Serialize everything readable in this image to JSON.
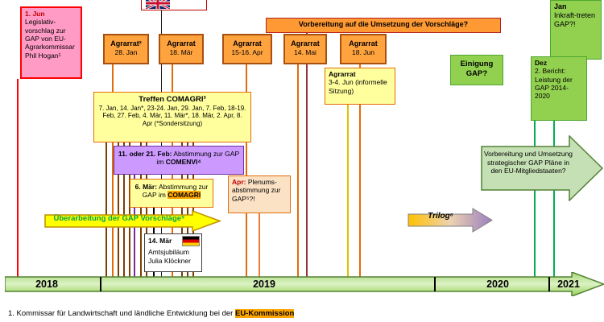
{
  "colors": {
    "orange_box": "#FFA33F",
    "orange_border": "#A9500F",
    "banner_orange": "#FF9933",
    "yellow_box": "#FFFF9E",
    "yellow_border": "#E36C0A",
    "pink_box": "#FF9BC4",
    "red_border": "#FF0000",
    "lavender_box": "#CC99FF",
    "purple_border": "#7030A0",
    "green_box": "#92D050",
    "green_line": "#00B050",
    "light_green_arrow": "#C5E0B4",
    "dark_green": "#538135",
    "highlight_orange": "#FFA500",
    "revision_arrow_yellow": "#FFFF00"
  },
  "icons": {
    "uk_flag": "uk-flag-icon",
    "de_flag": "german-flag-icon"
  },
  "legislative": {
    "date": "1. Jun",
    "text": "Legislativ-vorschlag zur GAP von EU-Agrarkommissar Phil Hogan¹"
  },
  "banner": {
    "text": "Vorbereitung auf die Umsetzung der Vorschläge?"
  },
  "agrarrat": [
    {
      "label": "Agrarrat²",
      "date": "28. Jan"
    },
    {
      "label": "Agrarrat",
      "date": "18. Mär"
    },
    {
      "label": "Agrarrat",
      "date": "15-16. Apr"
    },
    {
      "label": "Agrarrat",
      "date": "14. Mai"
    },
    {
      "label": "Agrarrat",
      "date": "18. Jun"
    }
  ],
  "agrarrat_informal": {
    "label": "Agrarrat",
    "text": "3-4. Jun (informelle Sitzung)"
  },
  "comagri_meetings": {
    "title": "Treffen COMAGRI³",
    "dates": "7. Jan, 14. Jan*, 23-24. Jan, 29. Jan, 7. Feb, 18-19. Feb, 27. Feb, 4. Mär, 11. Mär*, 18. Mär, 2. Apr, 8. Apr (*Sondersitzung)"
  },
  "comenvi_vote": {
    "date": "11. oder 21. Feb:",
    "text": "Abstimmung zur GAP im",
    "committee": "COMENVI⁴"
  },
  "comagri_vote": {
    "date": "6. Mär:",
    "text": "Abstimmung zur GAP im",
    "committee": "COMAGRI"
  },
  "plenum_vote": {
    "date": "Apr:",
    "text": "Plenums-abstimmung zur GAP⁵?!"
  },
  "revision_arrow": {
    "text": "Überarbeitung der GAP Vorschläge⁵"
  },
  "kloeckner": {
    "date": "14. Mär",
    "line1": "Amtsjubiläum",
    "line2": "Julia Klöckner"
  },
  "trilog": {
    "text": "Trilog⁶"
  },
  "einigung": {
    "line1": "Einigung",
    "line2": "GAP?"
  },
  "inkrafttreten": {
    "month": "Jan",
    "text": "Inkraft-treten GAP?!"
  },
  "bericht": {
    "month": "Dez",
    "text": "2. Bericht: Leistung der GAP 2014-2020"
  },
  "umsetzung_arrow": {
    "text": "Vorbereitung und Umsetzung strategischer GAP Pläne in den EU-Mitgliedstaaten?"
  },
  "timeline": {
    "years": [
      "2018",
      "2019",
      "2020",
      "2021"
    ]
  },
  "footnote": {
    "prefix": "1. Kommissar für Landwirtschaft und ländliche Entwicklung bei der ",
    "highlight": "EU-Kommission"
  }
}
